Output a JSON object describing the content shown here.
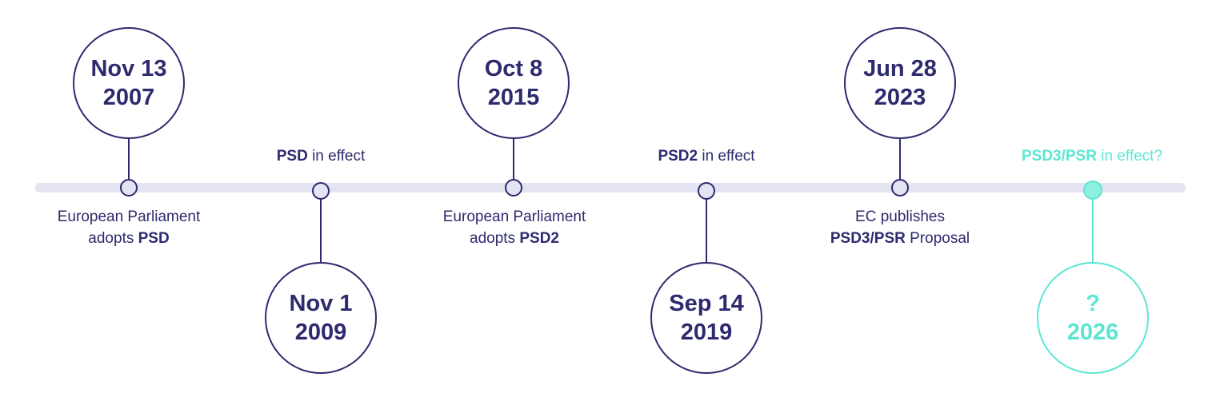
{
  "colors": {
    "primary": "#2d2a6e",
    "accent": "#5ce6d2",
    "track": "#e4e3f1"
  },
  "events": [
    {
      "date_line1": "Nov 13",
      "date_line2": "2007",
      "caption_pre": "European Parliament",
      "caption_line2_pre": "adopts ",
      "caption_bold": "PSD",
      "caption_post": ""
    },
    {
      "date_line1": "Nov 1",
      "date_line2": "2009",
      "caption_bold": "PSD",
      "caption_post": " in effect"
    },
    {
      "date_line1": "Oct 8",
      "date_line2": "2015",
      "caption_pre": "European Parliament",
      "caption_line2_pre": "adopts ",
      "caption_bold": "PSD2",
      "caption_post": ""
    },
    {
      "date_line1": "Sep 14",
      "date_line2": "2019",
      "caption_bold": "PSD2",
      "caption_post": " in effect"
    },
    {
      "date_line1": "Jun 28",
      "date_line2": "2023",
      "caption_pre": "EC publishes",
      "caption_line2_pre": "",
      "caption_bold": "PSD3/PSR",
      "caption_post": " Proposal"
    },
    {
      "date_line1": "?",
      "date_line2": "2026",
      "caption_bold": "PSD3/PSR",
      "caption_post": " in effect?"
    }
  ]
}
